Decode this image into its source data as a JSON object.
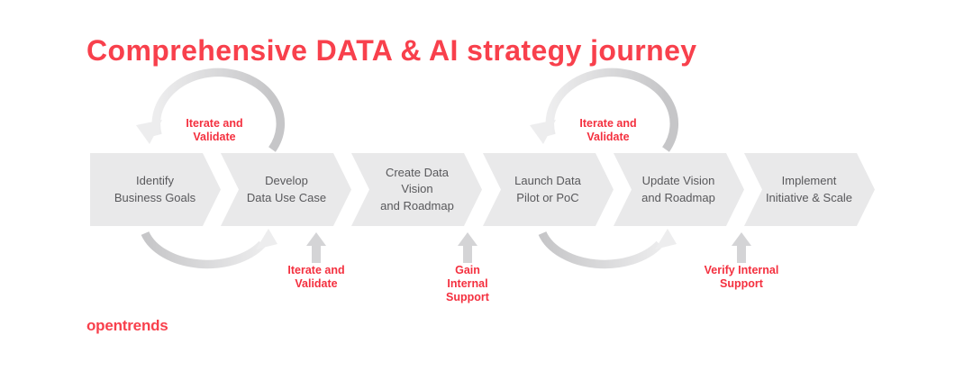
{
  "title": "Comprehensive DATA & AI strategy journey",
  "logo": "opentrends",
  "colors": {
    "accent_red": "#f8404c",
    "annotation_red": "#f4303f",
    "chevron_fill": "#e9e9ea",
    "step_text": "#58585b",
    "arrow_gray": "#d4d4d6",
    "arc_dark": "#c6c6c8",
    "arc_light": "#ededee"
  },
  "steps": [
    {
      "label": "Identify\nBusiness Goals"
    },
    {
      "label": "Develop\nData Use Case"
    },
    {
      "label": "Create Data\nVision\nand Roadmap"
    },
    {
      "label": "Launch Data\nPilot or PoC"
    },
    {
      "label": "Update Vision\nand Roadmap"
    },
    {
      "label": "Implement\nInitiative & Scale"
    }
  ],
  "annotations": {
    "top_loop_1": "Iterate and\nValidate",
    "top_loop_2": "Iterate and\nValidate",
    "bottom_arrow_1": "Iterate and\nValidate",
    "bottom_arrow_2": "Gain\nInternal\nSupport",
    "bottom_arrow_3": "Verify Internal\nSupport"
  }
}
